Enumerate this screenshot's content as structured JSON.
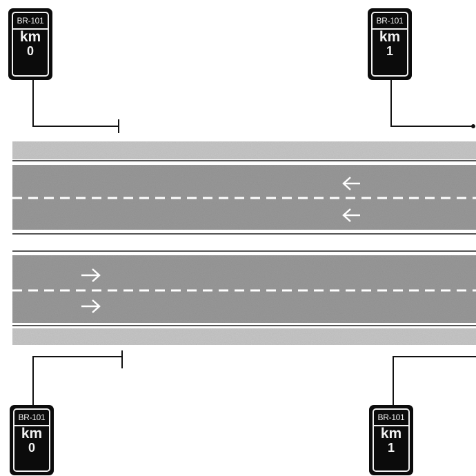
{
  "signs": [
    {
      "road": "BR-101",
      "km_label": "km",
      "value": "0"
    },
    {
      "road": "BR-101",
      "km_label": "km",
      "value": "1"
    },
    {
      "road": "BR-101",
      "km_label": "km",
      "value": "0"
    },
    {
      "road": "BR-101",
      "km_label": "km",
      "value": "1"
    }
  ],
  "colors": {
    "sign_background": "#0b0b0b",
    "sign_text": "#f2f2f2",
    "asphalt": "#9a9a9a",
    "shoulder": "#c8c8c8",
    "lane_marking": "#ffffff"
  },
  "arrows": {
    "top_carriageway": "left-arrow",
    "bottom_carriageway": "right-arrow"
  }
}
